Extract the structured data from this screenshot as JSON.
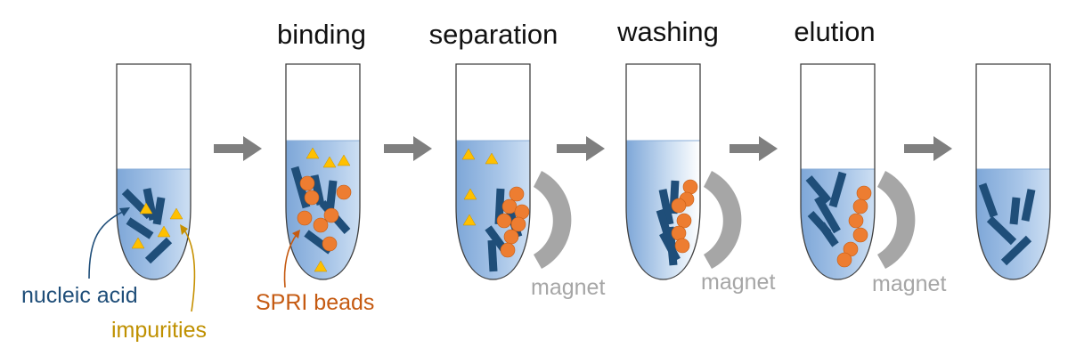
{
  "steps": {
    "binding": "binding",
    "separation": "separation",
    "washing": "washing",
    "elution": "elution"
  },
  "labels": {
    "nucleic_acid": "nucleic acid",
    "impurities": "impurities",
    "spri_beads": "SPRI beads",
    "magnet": "magnet"
  },
  "colors": {
    "nucleic_acid": "#1f4e79",
    "impurities": "#ffc000",
    "spri_beads": "#ed7d31",
    "magnet": "#a6a6a6",
    "arrow": "#7f7f7f",
    "liquid": "#9dc3e6",
    "tube_outline": "#404040"
  },
  "icons": {
    "process_arrow": "arrow-right-icon",
    "magnet": "magnet-icon"
  }
}
